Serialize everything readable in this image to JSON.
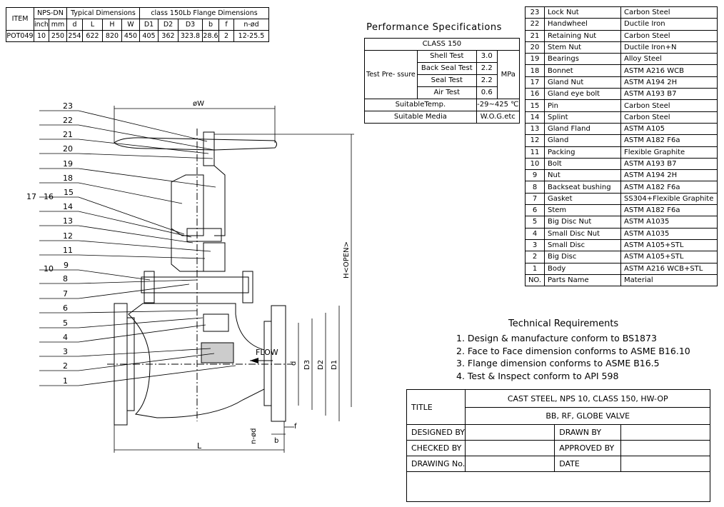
{
  "dimension_table": {
    "h_item": "ITEM",
    "h_nps": "NPS-DN",
    "h_typical": "Typical Dimensions",
    "h_flange": "class 150Lb Flange Dimensions",
    "sub": [
      "inch",
      "mm",
      "d",
      "L",
      "H",
      "W",
      "D1",
      "D2",
      "D3",
      "b",
      "f",
      "n-ød"
    ],
    "row": [
      "POT049",
      "10",
      "250",
      "254",
      "622",
      "820",
      "450",
      "405",
      "362",
      "323.8",
      "28.6",
      "2",
      "12-25.5"
    ]
  },
  "performance": {
    "title": "Performance Specifications",
    "class": "CLASS 150",
    "test_label": "Test Pre- ssure",
    "tests": [
      {
        "name": "Shell Test",
        "value": "3.0"
      },
      {
        "name": "Back Seal Test",
        "value": "2.2"
      },
      {
        "name": "Seal Test",
        "value": "2.2"
      },
      {
        "name": "Air Test",
        "value": "0.6"
      }
    ],
    "unit": "MPa",
    "temp_label": "SuitableTemp.",
    "temp_value": "-29~425 ℃",
    "media_label": "Suitable Media",
    "media_value": "W.O.G.etc"
  },
  "parts": [
    {
      "no": "23",
      "name": "Lock Nut",
      "material": "Carbon Steel"
    },
    {
      "no": "22",
      "name": "Handwheel",
      "material": "Ductile Iron"
    },
    {
      "no": "21",
      "name": "Retaining Nut",
      "material": "Carbon Steel"
    },
    {
      "no": "20",
      "name": "Stem Nut",
      "material": "Ductile Iron+N"
    },
    {
      "no": "19",
      "name": "Bearings",
      "material": "Alloy Steel"
    },
    {
      "no": "18",
      "name": "Bonnet",
      "material": "ASTM A216 WCB"
    },
    {
      "no": "17",
      "name": "Gland Nut",
      "material": "ASTM A194 2H"
    },
    {
      "no": "16",
      "name": "Gland eye bolt",
      "material": "ASTM A193 B7"
    },
    {
      "no": "15",
      "name": "Pin",
      "material": "Carbon Steel"
    },
    {
      "no": "14",
      "name": "Splint",
      "material": "Carbon Steel"
    },
    {
      "no": "13",
      "name": "Gland Fland",
      "material": "ASTM A105"
    },
    {
      "no": "12",
      "name": "Gland",
      "material": "ASTM A182 F6a"
    },
    {
      "no": "11",
      "name": "Packing",
      "material": "Flexible Graphite"
    },
    {
      "no": "10",
      "name": "Bolt",
      "material": "ASTM A193 B7"
    },
    {
      "no": "9",
      "name": "Nut",
      "material": "ASTM A194 2H"
    },
    {
      "no": "8",
      "name": "Backseat bushing",
      "material": "ASTM A182 F6a"
    },
    {
      "no": "7",
      "name": "Gasket",
      "material": "SS304+Flexible Graphite"
    },
    {
      "no": "6",
      "name": "Stem",
      "material": "ASTM A182 F6a"
    },
    {
      "no": "5",
      "name": "Big Disc Nut",
      "material": "ASTM A1035"
    },
    {
      "no": "4",
      "name": "Small Disc Nut",
      "material": "ASTM A1035"
    },
    {
      "no": "3",
      "name": "Small Disc",
      "material": "ASTM A105+STL"
    },
    {
      "no": "2",
      "name": "Big Disc",
      "material": "ASTM A105+STL"
    },
    {
      "no": "1",
      "name": "Body",
      "material": "ASTM A216 WCB+STL"
    }
  ],
  "parts_header": {
    "no": "NO.",
    "name": "Parts Name",
    "material": "Material"
  },
  "requirements": {
    "title": "Technical Requirements",
    "items": [
      "1. Design & manufacture conform to BS1873",
      "2. Face to Face dimension conforms to ASME B16.10",
      "3. Flange dimension conforms to ASME B16.5",
      "4. Test & Inspect conform to API 598"
    ]
  },
  "title_block": {
    "title_label": "TITLE",
    "title_line1": "CAST STEEL, NPS 10, CLASS 150, HW-OP",
    "title_line2": "BB, RF, GLOBE VALVE",
    "designed_by": "DESIGNED BY",
    "drawn_by": "DRAWN BY",
    "checked_by": "CHECKED  BY",
    "approved_by": "APPROVED BY",
    "drawing_no": "DRAWING No.",
    "date": "DATE"
  },
  "drawing": {
    "callouts": [
      "23",
      "22",
      "21",
      "20",
      "19",
      "18",
      "15",
      "14",
      "13",
      "12",
      "11",
      "9",
      "8",
      "7",
      "6",
      "5",
      "4",
      "3",
      "2",
      "1"
    ],
    "callout_17": "17",
    "callout_16": "16",
    "callout_10": "10",
    "dim_w": "øW",
    "dim_h": "H<OPEN>",
    "dim_l": "L",
    "dim_d": "d",
    "dim_d3": "D3",
    "dim_d2": "D2",
    "dim_d1": "D1",
    "dim_nd": "n-ød",
    "dim_b": "b",
    "dim_f": "f",
    "flow": "FLOW"
  }
}
